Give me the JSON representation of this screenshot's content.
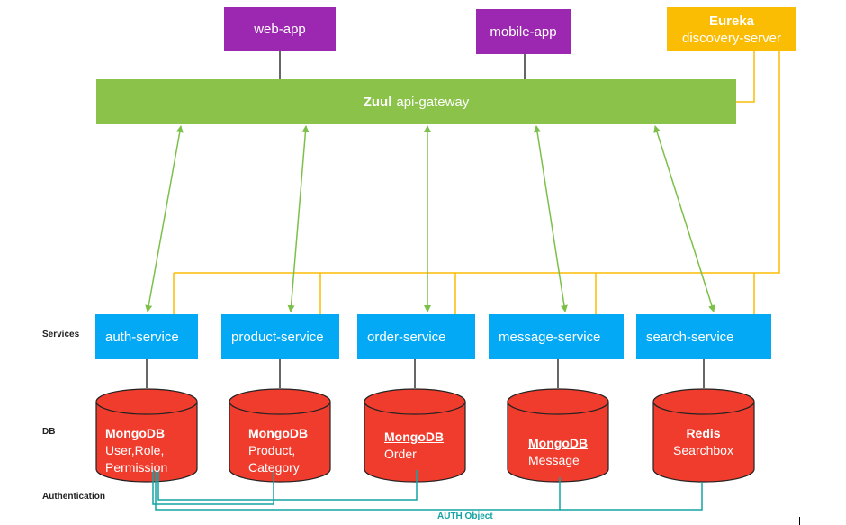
{
  "clients": {
    "web": "web-app",
    "mobile": "mobile-app"
  },
  "eureka": {
    "title": "Eureka",
    "subtitle": "discovery-server"
  },
  "gateway": {
    "bold": "Zuul",
    "rest": "api-gateway"
  },
  "row_labels": {
    "services": "Services",
    "db": "DB",
    "auth": "Authentication"
  },
  "services": [
    "auth-service",
    "product-service",
    "order-service",
    "message-service",
    "search-service"
  ],
  "databases": [
    {
      "name": "MongoDB",
      "lines": [
        "User,Role,",
        "Permission"
      ]
    },
    {
      "name": "MongoDB",
      "lines": [
        "Product,",
        "Category"
      ]
    },
    {
      "name": "MongoDB",
      "lines": [
        "Order"
      ]
    },
    {
      "name": "MongoDB",
      "lines": [
        "Message"
      ]
    },
    {
      "name": "Redis",
      "lines": [
        "Searchbox"
      ]
    }
  ],
  "auth_object_label": "AUTH Object",
  "colors": {
    "client": "#9c27b0",
    "eureka": "#fbbc04",
    "gateway": "#8bc34a",
    "service": "#03a9f4",
    "database": "#f03c2d",
    "discovery_line": "#fbbc04",
    "route_arrow": "#7cc04a",
    "auth_line": "#14a3a3"
  }
}
